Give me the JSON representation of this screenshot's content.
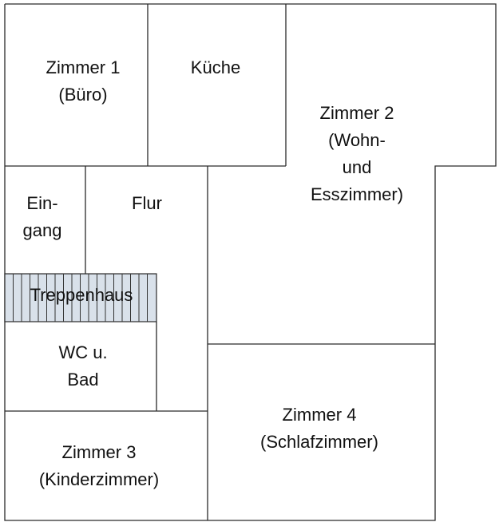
{
  "rooms": {
    "zimmer1": {
      "line1": "Zimmer 1",
      "line2": "(Büro)"
    },
    "kueche": {
      "line1": "Küche"
    },
    "zimmer2": {
      "line1": "Zimmer 2",
      "line2": "(Wohn-",
      "line3": "und",
      "line4": "Esszimmer)"
    },
    "eingang": {
      "line1": "Ein-",
      "line2": "gang"
    },
    "flur": {
      "line1": "Flur"
    },
    "treppenhaus": {
      "line1": "Treppenhaus"
    },
    "wc_bad": {
      "line1": "WC u.",
      "line2": "Bad"
    },
    "zimmer4": {
      "line1": "Zimmer 4",
      "line2": "(Schlafzimmer)"
    },
    "zimmer3": {
      "line1": "Zimmer 3",
      "line2": "(Kinderzimmer)"
    }
  },
  "colors": {
    "wall": "#2a2a2a",
    "staircase_fill": "#d9e1ea"
  }
}
